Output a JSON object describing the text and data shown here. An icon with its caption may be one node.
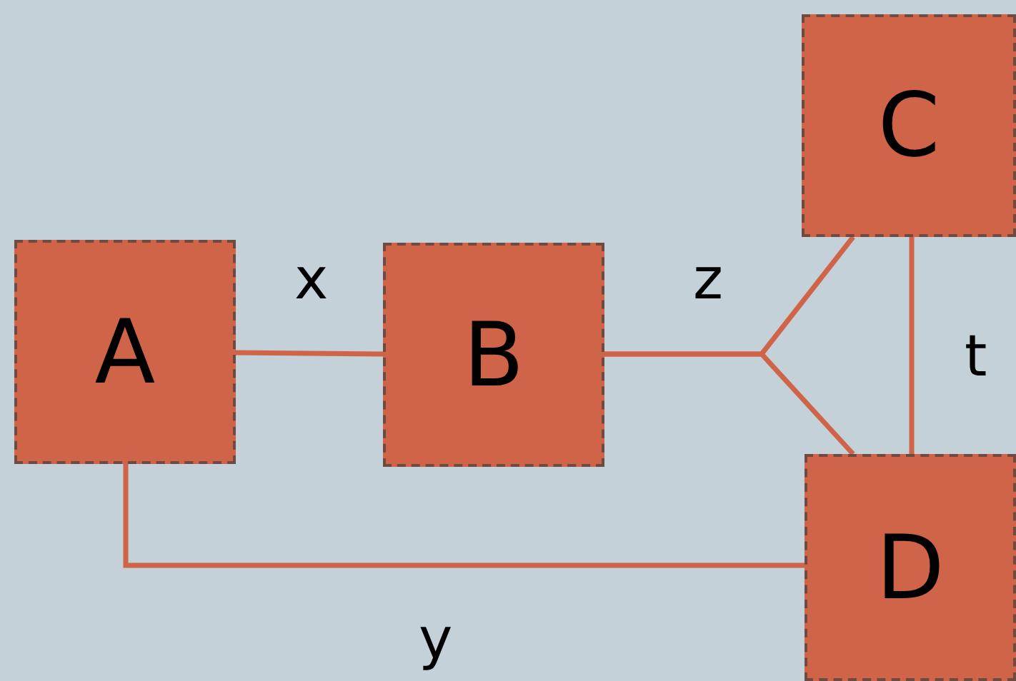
{
  "diagram": {
    "nodes": [
      {
        "text": [
          "A"
        ]
      },
      {
        "text": [
          "B"
        ]
      },
      {
        "text": [
          "C"
        ]
      },
      {
        "text": [
          "D"
        ]
      }
    ],
    "edges": [
      {
        "from": 0,
        "to": 1,
        "arrow": "none",
        "label": "x"
      },
      {
        "from": 1,
        "to": 2,
        "arrow": "none",
        "label": "z"
      },
      {
        "from": 1,
        "to": 3,
        "arrow": "none"
      },
      {
        "from": 2,
        "to": 3,
        "arrow": "none",
        "label": "t"
      },
      {
        "from": 0,
        "to": 3,
        "arrow": "none",
        "label": "y"
      }
    ]
  }
}
